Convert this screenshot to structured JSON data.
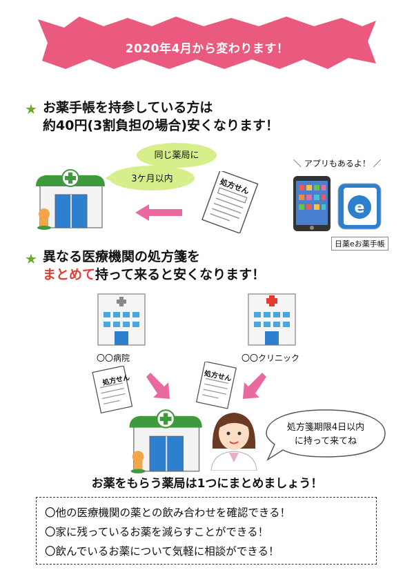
{
  "banner": {
    "text": "2020年4月から変わります！",
    "color": "#ea5a7e"
  },
  "section1": {
    "star_icon": "star-icon",
    "heading_line1": "お薬手帳を持参している方は",
    "heading_line2": "約40円(3割負担の場合)安くなります！",
    "bubble_line1": "同じ薬局に",
    "bubble_line2": "3ケ月以内",
    "app_note": "＼ アプリもあるよ！ ／",
    "app_label": "日薬eお薬手帳",
    "prescription_text": "処方せん"
  },
  "section2": {
    "heading_line1": "異なる医療機関の処方箋を",
    "heading_emph": "まとめて",
    "heading_rest": "持って来ると安くなります！",
    "hospital_label": "〇〇病院",
    "clinic_label": "〇〇クリニック",
    "prescription_text": "処方せん",
    "pharmacist_bubble_line1": "処方箋期限4日以内",
    "pharmacist_bubble_line2": "に持って来てね"
  },
  "conclusion": "お薬をもらう薬局は1つにまとめましょう！",
  "benefits": [
    "〇他の医療機関の薬との飲み合わせを確認できる！",
    "〇家に残っているお薬を減らすことができる！",
    "〇飲んでいるお薬について気軽に相談ができる！"
  ],
  "colors": {
    "green": "#3f9a3e",
    "pink_arrow": "#ea6aa0",
    "star": "#6aa82e",
    "emphasis": "#e53b2f",
    "bubble": "#d6ef8a"
  }
}
